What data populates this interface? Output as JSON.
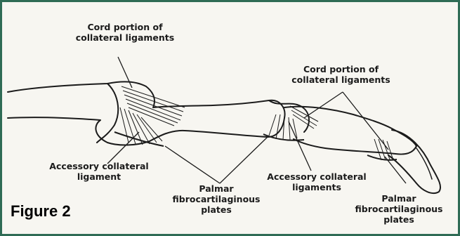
{
  "figure_label": "Figure 2",
  "labels": {
    "cord_left": [
      "Cord portion of",
      "collateral ligaments"
    ],
    "cord_right": [
      "Cord portion of",
      "collateral ligaments"
    ],
    "accessory_left": [
      "Accessory collateral",
      "ligament"
    ],
    "accessory_right": [
      "Accessory collateral",
      "ligaments"
    ],
    "palmar_left": [
      "Palmar",
      "fibrocartilaginous",
      "plates"
    ],
    "palmar_right": [
      "Palmar",
      "fibrocartilaginous",
      "plates"
    ]
  },
  "colors": {
    "border": "#2f6b55",
    "ink": "#1b1b1b",
    "background": "#f7f6f1"
  }
}
